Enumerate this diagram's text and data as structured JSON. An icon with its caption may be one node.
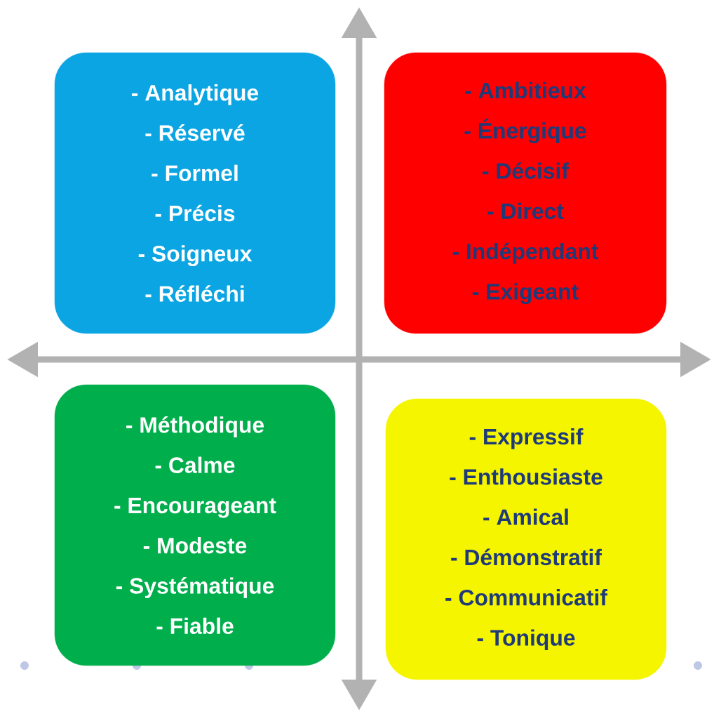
{
  "diagram": {
    "nodes": [
      {
        "text": [
          "- Analytique",
          "- Réservé",
          "- Formel",
          "- Précis",
          "- Soigneux",
          "- Réfléchi"
        ]
      },
      {
        "text": [
          "- Ambitieux",
          "- Énergique",
          "- Décisif",
          "- Direct",
          "- Indépendant",
          "- Exigeant"
        ]
      },
      {
        "text": [
          "- Méthodique",
          "- Calme",
          "- Encourageant",
          "- Modeste",
          "- Systématique",
          "- Fiable"
        ]
      },
      {
        "text": [
          "- Expressif",
          "- Enthousiaste",
          "- Amical",
          "- Démonstratif",
          "- Communicatif",
          "- Tonique"
        ]
      }
    ],
    "edges": []
  }
}
